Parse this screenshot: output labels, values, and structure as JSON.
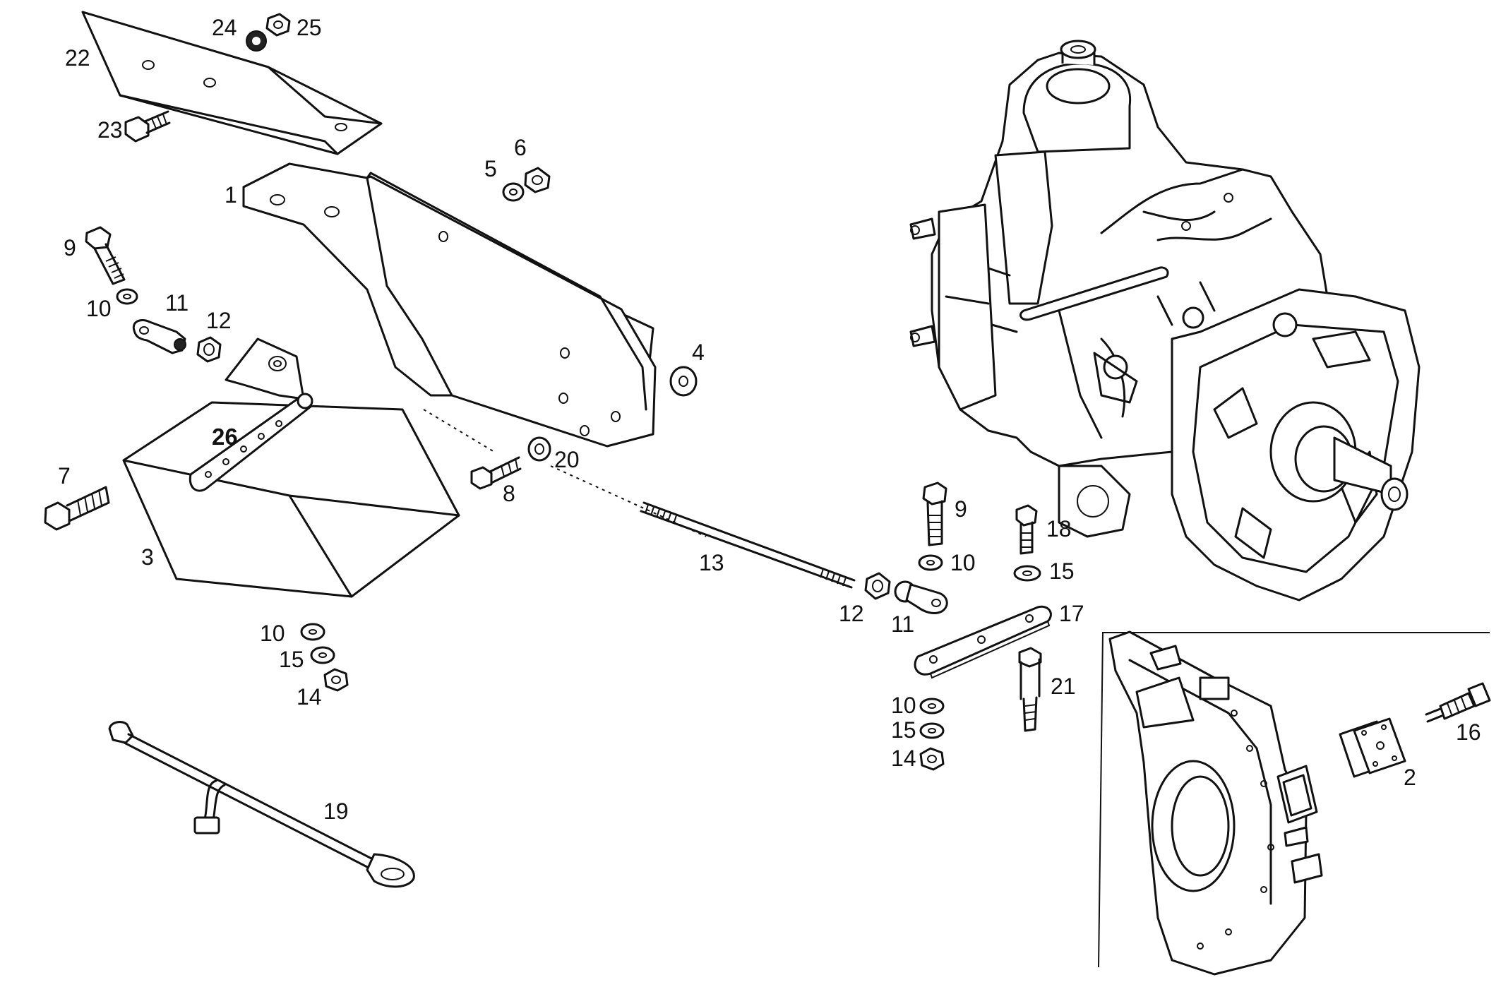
{
  "part_labels": {
    "p1": "1",
    "p2": "2",
    "p3": "3",
    "p4": "4",
    "p5": "5",
    "p6": "6",
    "p7": "7",
    "p8": "8",
    "p9a": "9",
    "p9b": "9",
    "p10a": "10",
    "p10b": "10",
    "p10c": "10",
    "p10d": "10",
    "p11a": "11",
    "p11b": "11",
    "p12a": "12",
    "p12b": "12",
    "p13": "13",
    "p14a": "14",
    "p14b": "14",
    "p15a": "15",
    "p15b": "15",
    "p15c": "15",
    "p16": "16",
    "p17": "17",
    "p18": "18",
    "p19": "19",
    "p20": "20",
    "p21": "21",
    "p22": "22",
    "p23": "23",
    "p24": "24",
    "p25": "25",
    "p26": "26"
  }
}
